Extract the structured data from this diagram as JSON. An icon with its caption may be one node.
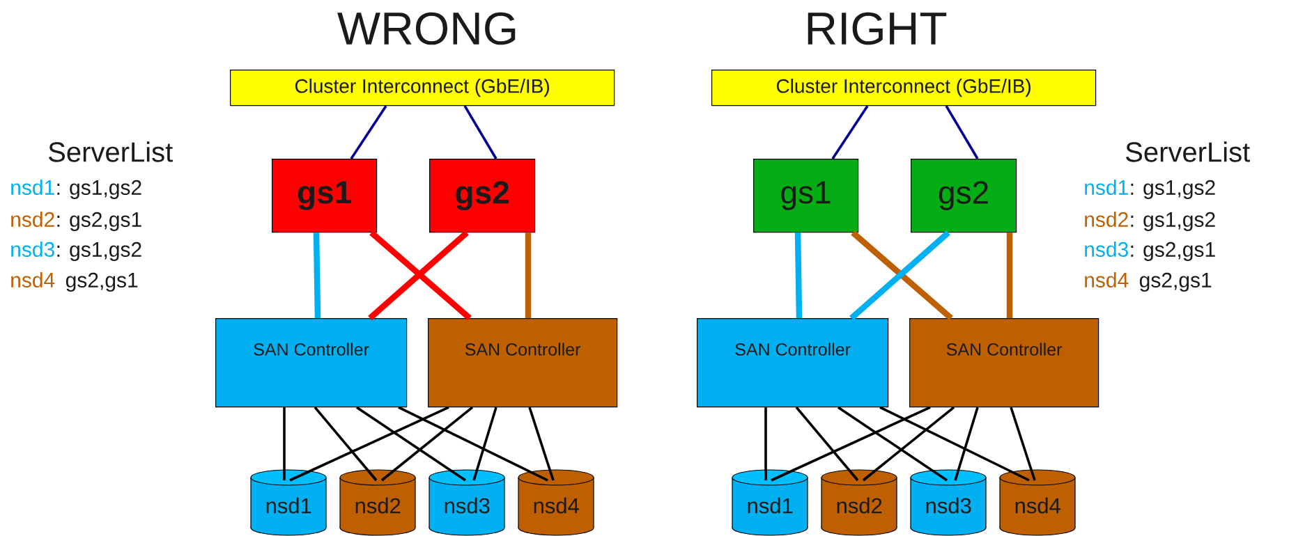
{
  "diagram": {
    "nodes": [
      {
        "text": [
          "Cluster Interconnect (GbE/IB)"
        ]
      },
      {
        "text": [
          "gs1"
        ]
      },
      {
        "text": [
          "gs2"
        ]
      },
      {
        "text": [
          "SAN Controller"
        ]
      },
      {
        "text": [
          "SAN Controller"
        ]
      },
      {
        "text": [
          "nsd1"
        ]
      },
      {
        "text": [
          "nsd2"
        ]
      },
      {
        "text": [
          "nsd3"
        ]
      },
      {
        "text": [
          "nsd4"
        ]
      },
      {
        "text": [
          "Cluster Interconnect (GbE/IB)"
        ]
      },
      {
        "text": [
          "gs1"
        ]
      },
      {
        "text": [
          "gs2"
        ]
      },
      {
        "text": [
          "SAN Controller"
        ]
      },
      {
        "text": [
          "SAN Controller"
        ]
      },
      {
        "text": [
          "nsd1"
        ]
      },
      {
        "text": [
          "nsd2"
        ]
      },
      {
        "text": [
          "nsd3"
        ]
      },
      {
        "text": [
          "nsd4"
        ]
      }
    ],
    "edges": [
      {
        "from": 0,
        "to": 1,
        "arrow": "none",
        "color": "#000099"
      },
      {
        "from": 0,
        "to": 2,
        "arrow": "none",
        "color": "#000099"
      },
      {
        "from": 1,
        "to": 3,
        "arrow": "none",
        "style": "thick",
        "color": "#00b0f0"
      },
      {
        "from": 1,
        "to": 4,
        "arrow": "none",
        "style": "thick",
        "color": "#ff0000"
      },
      {
        "from": 2,
        "to": 3,
        "arrow": "none",
        "style": "thick",
        "color": "#ff0000"
      },
      {
        "from": 2,
        "to": 4,
        "arrow": "none",
        "style": "thick",
        "color": "#be5f00"
      },
      {
        "from": 3,
        "to": 5,
        "arrow": "none"
      },
      {
        "from": 3,
        "to": 6,
        "arrow": "none"
      },
      {
        "from": 3,
        "to": 7,
        "arrow": "none"
      },
      {
        "from": 3,
        "to": 8,
        "arrow": "none"
      },
      {
        "from": 4,
        "to": 5,
        "arrow": "none"
      },
      {
        "from": 4,
        "to": 6,
        "arrow": "none"
      },
      {
        "from": 4,
        "to": 7,
        "arrow": "none"
      },
      {
        "from": 4,
        "to": 8,
        "arrow": "none"
      },
      {
        "from": 9,
        "to": 10,
        "arrow": "none",
        "color": "#000099"
      },
      {
        "from": 9,
        "to": 11,
        "arrow": "none",
        "color": "#000099"
      },
      {
        "from": 10,
        "to": 12,
        "arrow": "none",
        "style": "thick",
        "color": "#00b0f0"
      },
      {
        "from": 10,
        "to": 13,
        "arrow": "none",
        "style": "thick",
        "color": "#be5f00"
      },
      {
        "from": 11,
        "to": 12,
        "arrow": "none",
        "style": "thick",
        "color": "#00b0f0"
      },
      {
        "from": 11,
        "to": 13,
        "arrow": "none",
        "style": "thick",
        "color": "#be5f00"
      },
      {
        "from": 12,
        "to": 14,
        "arrow": "none"
      },
      {
        "from": 12,
        "to": 15,
        "arrow": "none"
      },
      {
        "from": 12,
        "to": 16,
        "arrow": "none"
      },
      {
        "from": 12,
        "to": 17,
        "arrow": "none"
      },
      {
        "from": 13,
        "to": 14,
        "arrow": "none"
      },
      {
        "from": 13,
        "to": 15,
        "arrow": "none"
      },
      {
        "from": 13,
        "to": 16,
        "arrow": "none"
      },
      {
        "from": 13,
        "to": 17,
        "arrow": "none"
      }
    ],
    "labels": [
      "WRONG",
      "RIGHT",
      "ServerList",
      "nsd1",
      ": gs1,gs2",
      "nsd2",
      ": gs2,gs1",
      "nsd3",
      ": gs1,gs2",
      "nsd4",
      "gs2,gs1",
      "ServerList",
      "nsd1",
      ": gs1,gs2",
      "nsd2",
      ": gs1,gs2",
      "nsd3",
      ": gs2,gs1",
      "nsd4",
      "gs2,gs1"
    ]
  }
}
